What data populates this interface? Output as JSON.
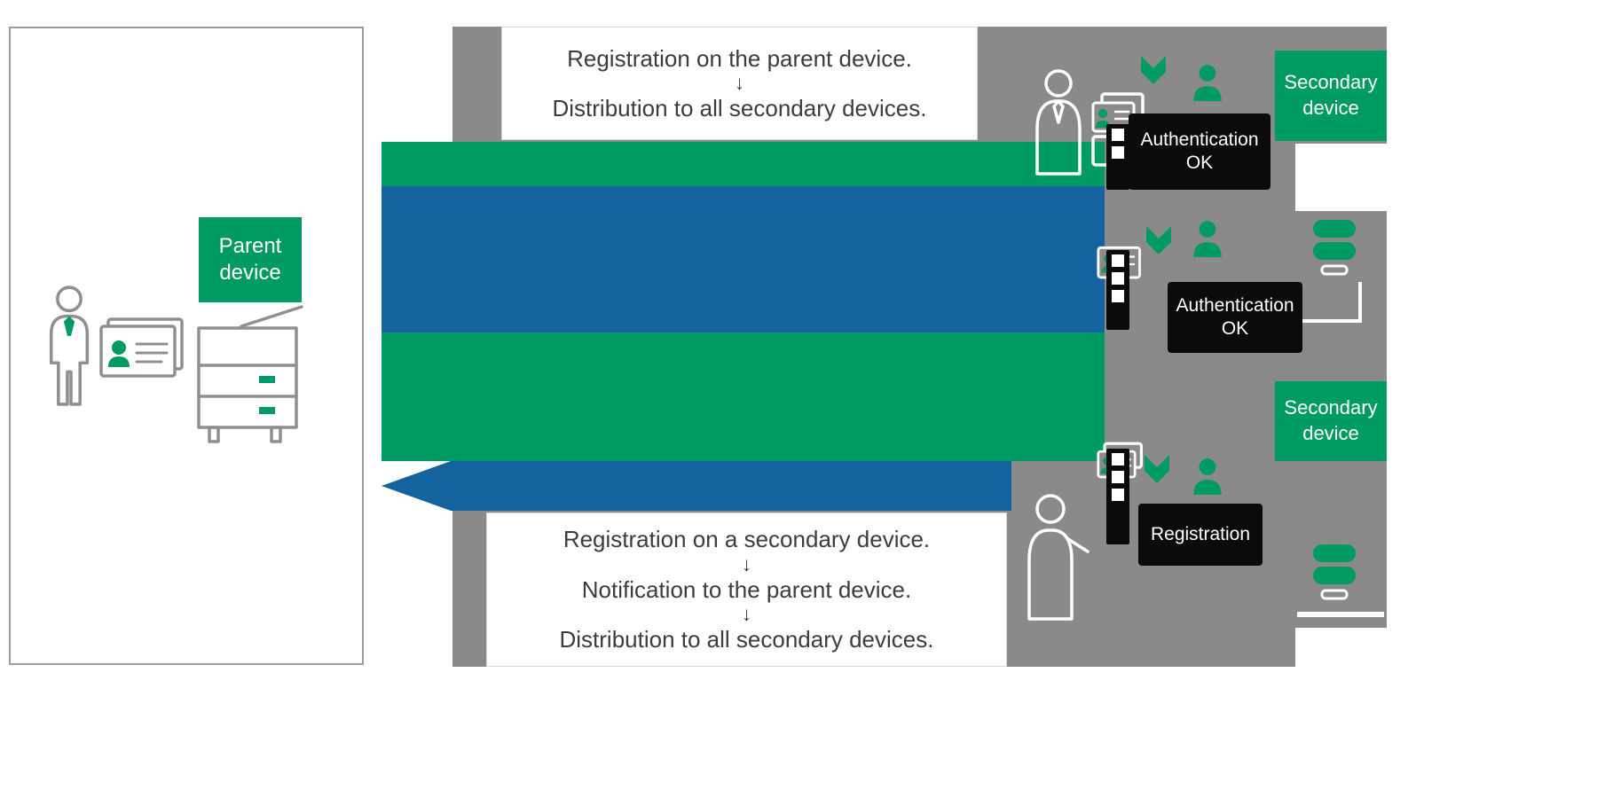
{
  "colors": {
    "green": "#009A63",
    "blue": "#15639E",
    "gray": "#8A8A8A",
    "badge": "#0B0B0B",
    "text": "#3C3C3C",
    "outline": "#8F8F8F"
  },
  "parent": {
    "label": "Parent device"
  },
  "secondary": {
    "label": "Secondary device"
  },
  "callouts": {
    "top": {
      "lines": [
        "Registration on the parent device.",
        "Distribution to all secondary devices."
      ],
      "arrow": "↓"
    },
    "bottom": {
      "lines": [
        "Registration on a secondary device.",
        "Notification to the parent device.",
        "Distribution to all secondary devices."
      ],
      "arrow": "↓"
    }
  },
  "clusters": [
    {
      "badge": "Authentication OK"
    },
    {
      "badge": "Authentication OK"
    },
    {
      "badge": "Registration"
    }
  ],
  "icons": {
    "user": "user-icon",
    "id_card": "id-card-icon",
    "printer": "printer-icon",
    "chevron_down": "chevron-down-icon",
    "paper_stack": "paper-stack-icon",
    "code_strip": "code-strip-icon"
  }
}
